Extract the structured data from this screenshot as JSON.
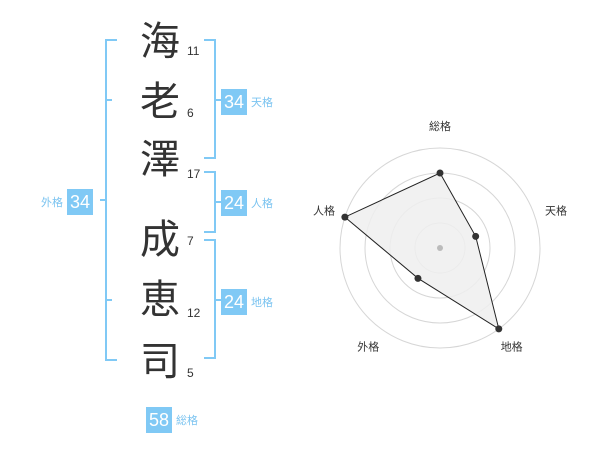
{
  "name": {
    "characters": [
      {
        "char": "海",
        "strokes": "11"
      },
      {
        "char": "老",
        "strokes": "6"
      },
      {
        "char": "澤",
        "strokes": "17"
      },
      {
        "char": "成",
        "strokes": "7"
      },
      {
        "char": "恵",
        "strokes": "12"
      },
      {
        "char": "司",
        "strokes": "5"
      }
    ]
  },
  "fortunes": {
    "tenkaku": {
      "value": "34",
      "label": "天格"
    },
    "jinkaku": {
      "value": "24",
      "label": "人格"
    },
    "chikaku": {
      "value": "24",
      "label": "地格"
    },
    "gaikaku": {
      "value": "34",
      "label": "外格"
    },
    "soukaku": {
      "value": "58",
      "label": "総格"
    }
  },
  "chart_data": {
    "type": "radar",
    "axes": [
      "総格",
      "天格",
      "地格",
      "外格",
      "人格"
    ],
    "levels": 4,
    "values": [
      3,
      1.5,
      4,
      1.5,
      4
    ],
    "max": 4
  },
  "colors": {
    "accent": "#80c9f5",
    "bracket": "#80c9f5",
    "text": "#333333",
    "radar_fill": "#eeeeee"
  }
}
